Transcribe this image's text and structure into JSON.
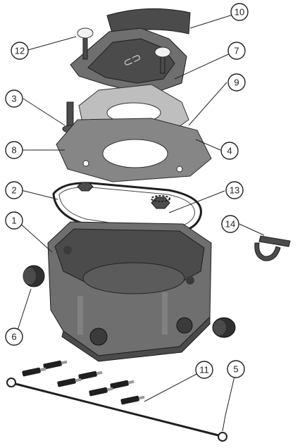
{
  "callouts": [
    {
      "id": "callout-1",
      "label": "1"
    },
    {
      "id": "callout-2",
      "label": "2"
    },
    {
      "id": "callout-3",
      "label": "3"
    },
    {
      "id": "callout-4",
      "label": "4"
    },
    {
      "id": "callout-5",
      "label": "5"
    },
    {
      "id": "callout-6",
      "label": "6"
    },
    {
      "id": "callout-7",
      "label": "7"
    },
    {
      "id": "callout-8",
      "label": "8"
    },
    {
      "id": "callout-9",
      "label": "9"
    },
    {
      "id": "callout-10",
      "label": "10"
    },
    {
      "id": "callout-11",
      "label": "11"
    },
    {
      "id": "callout-12",
      "label": "12"
    },
    {
      "id": "callout-13",
      "label": "13"
    },
    {
      "id": "callout-14",
      "label": "14"
    }
  ],
  "colors": {
    "part_dark": "#4a4b4a",
    "part_mid": "#6e6f6e",
    "part_light": "#9a9b9a",
    "line": "#222222",
    "background": "#ffffff"
  }
}
